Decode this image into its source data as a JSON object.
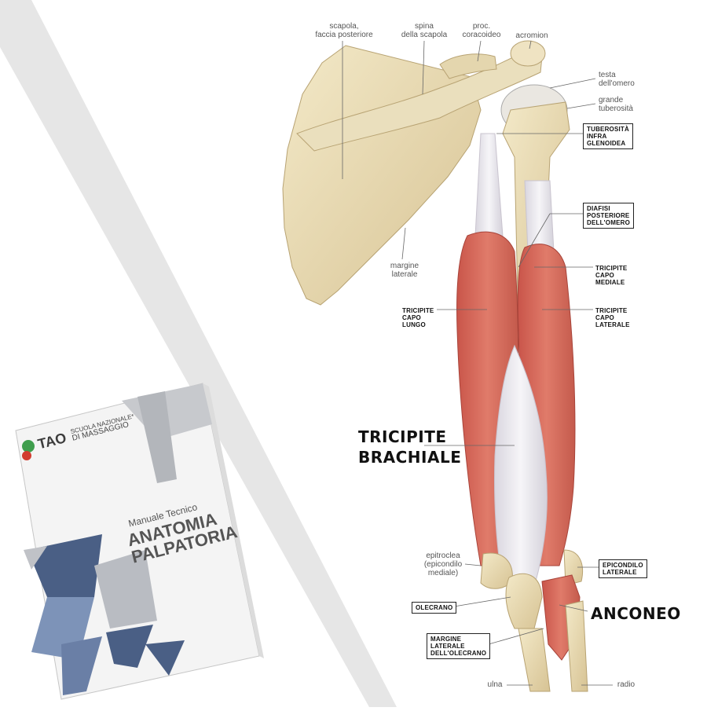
{
  "colors": {
    "bone": "#e9dcb6",
    "bone_shade": "#cdb98a",
    "muscle": "#d96a5a",
    "muscle_dark": "#b94a40",
    "tendon": "#ecebef",
    "book_blue": "#4a5f85",
    "book_grey": "#b9bcc2"
  },
  "labels": {
    "scapola_faccia_posteriore": "scapola,\nfaccia posteriore",
    "spina_della_scapola": "spina\ndella scapola",
    "proc_coracoideo": "proc.\ncoracoideo",
    "acromion": "acromion",
    "testa_omero": "testa\ndell'omero",
    "grande_tuberosita": "grande\ntuberosità",
    "margine_laterale": "margine\nlaterale",
    "epitroclea": "epitroclea\n(epicondilo\nmediale)",
    "ulna": "ulna",
    "radio": "radio"
  },
  "boxes": {
    "tuberosita": "TUBEROSITÀ\nINFRA\nGLENOIDEA",
    "diafisi": "DIAFISI\nPOSTERIORE\nDELL'OMERO",
    "epicondilo": "EPICONDILO\nLATERALE",
    "olecrano": "OLECRANO",
    "margine_olecrano": "MARGINE\nLATERALE\nDELL'OLECRANO"
  },
  "captions": {
    "tricipite_capo_mediale": "TRICIPITE\nCAPO\nMEDIALE",
    "tricipite_capo_lungo": "TRICIPITE\nCAPO\nLUNGO",
    "tricipite_capo_laterale": "TRICIPITE\nCAPO\nLATERALE"
  },
  "titles": {
    "tricipite_brachiale": "TRICIPITE\nBRACHIALE",
    "anconeo": "ANCONEO"
  },
  "book": {
    "brand": "TAO",
    "school_line1": "SCUOLA NAZIONALE*",
    "school_line2": "DI MASSAGGIO",
    "subtitle": "Manuale Tecnico",
    "title_line1": "ANATOMIA",
    "title_line2": "PALPATORIA"
  }
}
